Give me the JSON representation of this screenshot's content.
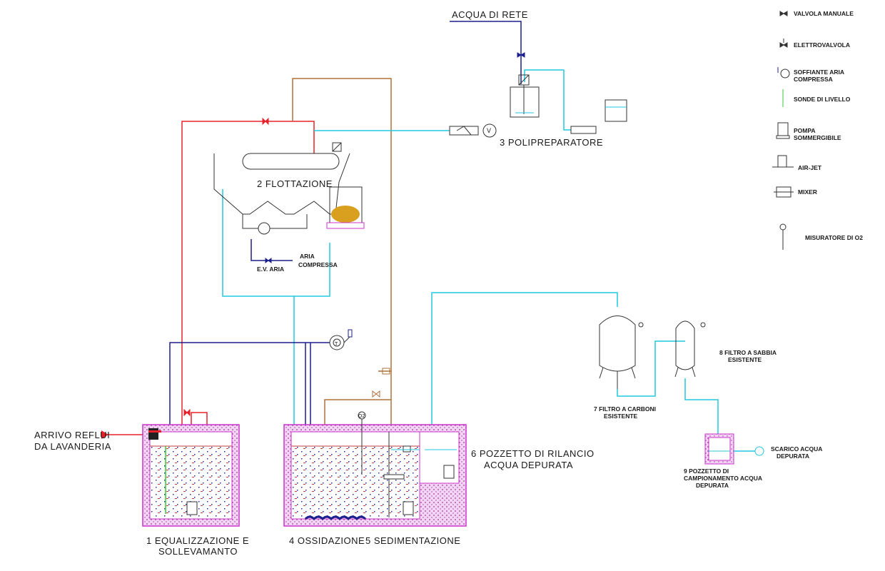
{
  "colors": {
    "red": "#e8202a",
    "cyan": "#22c8e0",
    "blue": "#1c1f8c",
    "brown": "#b0703a",
    "magenta": "#cc33cc",
    "green": "#33cc33",
    "sludge": "#d9a020"
  },
  "labels": {
    "acqua_di_rete": "ACQUA DI RETE",
    "polipreparatore": "3 POLIPREPARATORE",
    "flottazione": "2 FLOTTAZIONE",
    "aria": "ARIA",
    "compressa": "COMPRESSA",
    "ev_aria": "E.V. ARIA",
    "arrivo_reflui_1": "ARRIVO REFLUI",
    "arrivo_reflui_2": "DA LAVANDERIA",
    "equalizzazione_1": "1  EQUALIZZAZIONE E",
    "equalizzazione_2": "SOLLEVAMANTO",
    "ossidazione": "4  OSSIDAZIONE",
    "sedimentazione": "5  SEDIMENTAZIONE",
    "pozzetto_rilancio_1": "6  POZZETTO DI RILANCIO",
    "pozzetto_rilancio_2": "ACQUA DEPURATA",
    "filtro_carboni_1": "7 FILTRO A CARBONI",
    "filtro_carboni_2": "ESISTENTE",
    "filtro_sabbia_1": "8 FILTRO A SABBIA",
    "filtro_sabbia_2": "ESISTENTE",
    "pozzetto_camp_1": "9 POZZETTO DI",
    "pozzetto_camp_2": "CAMPIONAMENTO ACQUA",
    "pozzetto_camp_3": "DEPURATA",
    "scarico_1": "SCARICO ACQUA",
    "scarico_2": "DEPURATA",
    "o2": "O2",
    "v": "V",
    "t": "T"
  },
  "legend": [
    {
      "icon": "manual-valve-icon",
      "label": "VALVOLA MANUALE"
    },
    {
      "icon": "solenoid-valve-icon",
      "label": "ELETTROVALVOLA"
    },
    {
      "icon": "air-blower-icon",
      "label": "SOFFIANTE ARIA",
      "label2": "COMPRESSA"
    },
    {
      "icon": "level-probe-icon",
      "label": "SONDE DI LIVELLO"
    },
    {
      "icon": "submersible-pump-icon",
      "label": "POMPA",
      "label2": "SOMMERGIBILE"
    },
    {
      "icon": "air-jet-icon",
      "label": "AIR-JET"
    },
    {
      "icon": "mixer-icon",
      "label": "MIXER"
    },
    {
      "icon": "o2-meter-icon",
      "label": "MISURATORE DI O2"
    }
  ]
}
